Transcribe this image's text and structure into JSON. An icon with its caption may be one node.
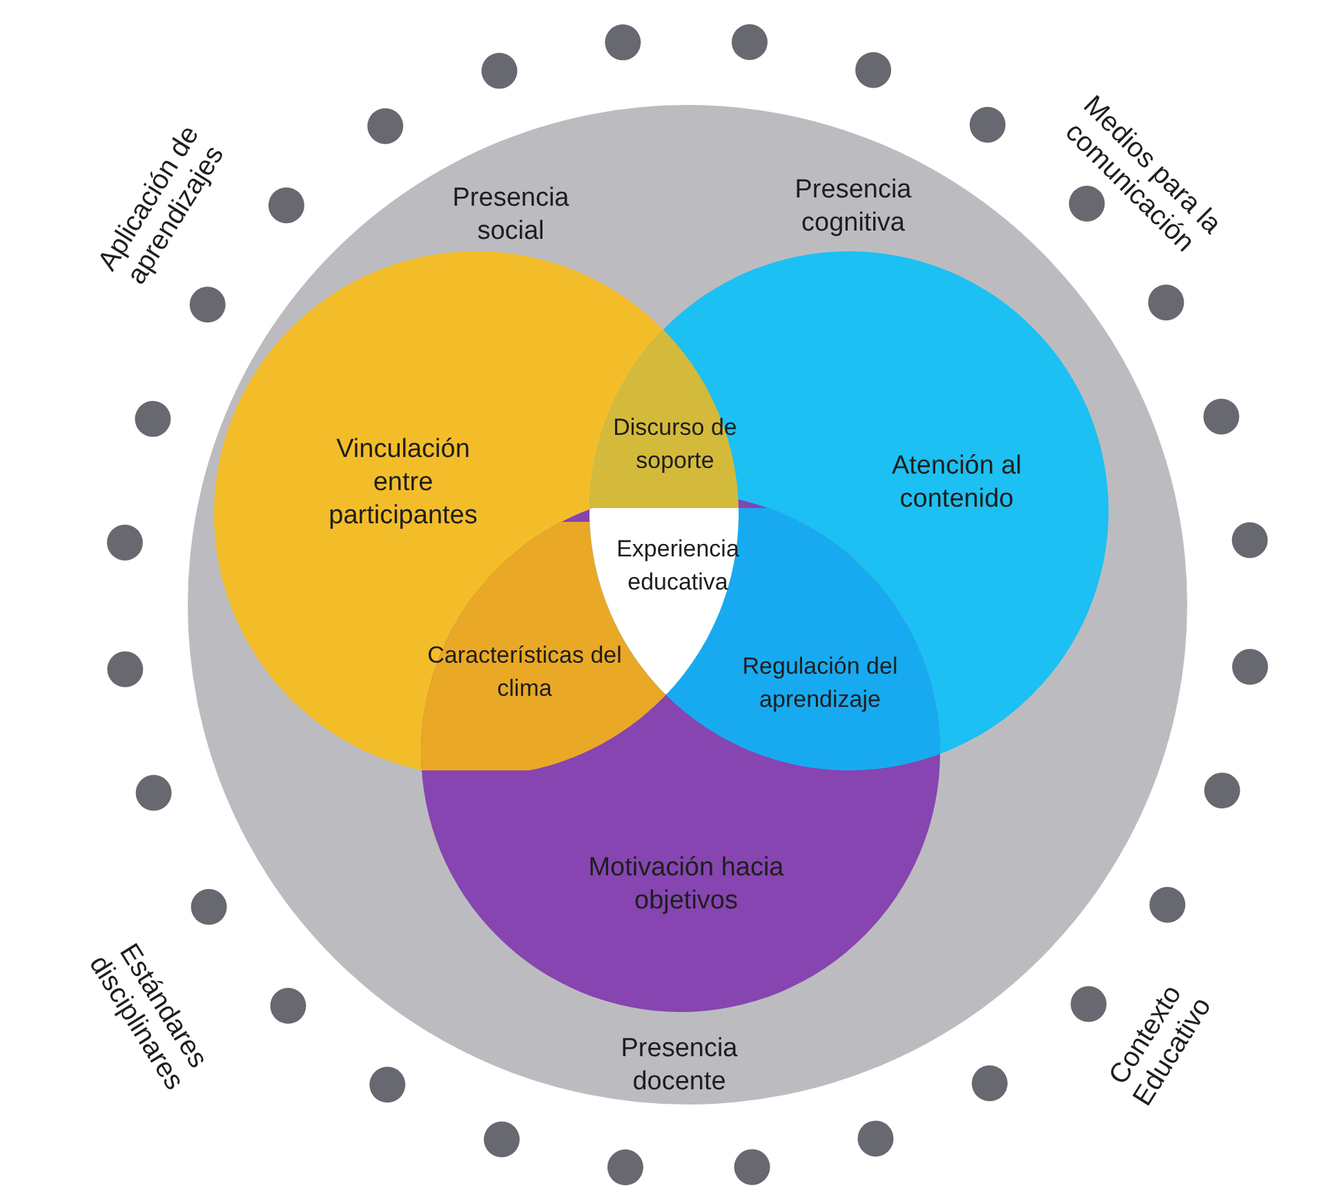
{
  "diagram": {
    "nodes": [
      {
        "text": [],
        "shape": "circle"
      },
      {
        "text": [
          "Presencia social",
          "Vinculación entre participantes"
        ],
        "in": 0
      },
      {
        "text": [
          "Presencia cognitiva",
          "Atención al contenido"
        ],
        "in": 0
      },
      {
        "text": [
          "Motivación hacia objetivos",
          "Presencia docente"
        ],
        "in": 0
      },
      {
        "text": [
          "Discurso de soporte"
        ]
      },
      {
        "text": [
          "Características del clima"
        ]
      },
      {
        "text": [
          "Regulación del aprendizaje"
        ]
      },
      {
        "text": [
          "Experiencia educativa"
        ]
      }
    ],
    "edges": [],
    "labels": [
      "Aplicación de aprendizajes",
      "Medios para la comunicación",
      "Estándares disciplinares",
      "Contexto Educativo"
    ]
  }
}
